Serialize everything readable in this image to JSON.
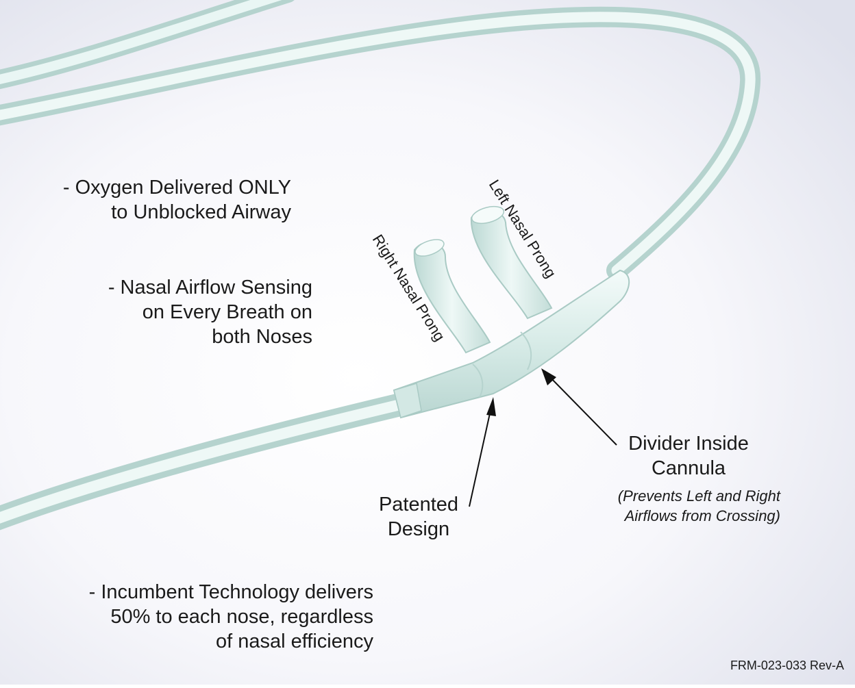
{
  "features": [
    "- Oxygen Delivered ONLY\nto Unblocked Airway",
    "- Nasal Airflow Sensing\non Every Breath on\nboth Noses",
    "- Incumbent Technology delivers\n50% to each nose, regardless\nof nasal efficiency"
  ],
  "labels": {
    "right_prong": "Right Nasal Prong",
    "left_prong": "Left Nasal Prong",
    "patented": "Patented\nDesign",
    "divider": "Divider Inside\nCannula",
    "divider_note": "(Prevents Left and Right\nAirflows from Crossing)"
  },
  "doc_id": "FRM-023-033 Rev-A",
  "colors": {
    "tubing": "#cfe6e2",
    "tubing_highlight": "#f3fbfa",
    "background_shade": "#e4e6f0"
  }
}
